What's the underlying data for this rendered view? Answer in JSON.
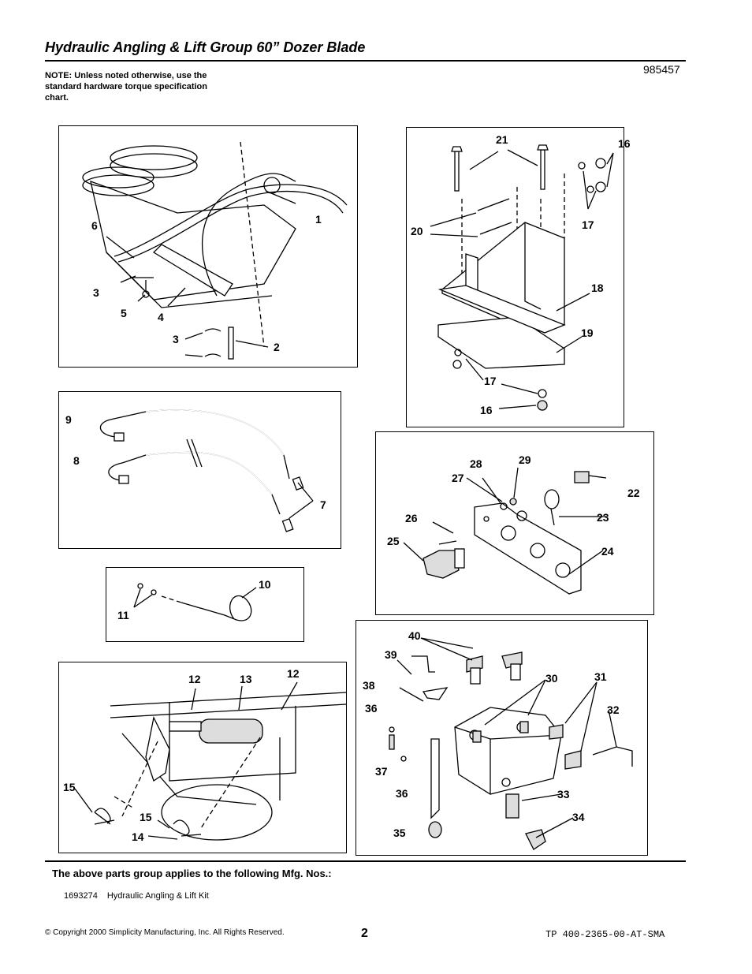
{
  "header": {
    "title": "Hydraulic Angling & Lift Group 60” Dozer Blade",
    "doc_number": "985457",
    "note": "NOTE: Unless noted otherwise, use the standard hardware torque specification chart."
  },
  "diagrams": {
    "lift_assembly": {
      "labels": [
        "1",
        "6",
        "3",
        "5",
        "4",
        "3",
        "2"
      ]
    },
    "bracket": {
      "labels": [
        "21",
        "16",
        "20",
        "17",
        "18",
        "19",
        "17",
        "16"
      ]
    },
    "hoses": {
      "labels": [
        "9",
        "8",
        "7"
      ]
    },
    "valve_plate": {
      "labels": [
        "28",
        "29",
        "27",
        "22",
        "26",
        "23",
        "25",
        "24"
      ]
    },
    "spring_pin": {
      "labels": [
        "10",
        "11"
      ]
    },
    "cylinder_mount": {
      "labels": [
        "12",
        "13",
        "12",
        "15",
        "15",
        "14"
      ]
    },
    "control_valve": {
      "labels": [
        "40",
        "39",
        "38",
        "30",
        "31",
        "36",
        "32",
        "37",
        "36",
        "33",
        "34",
        "35"
      ]
    }
  },
  "footer": {
    "applies_text": "The above parts group applies to the following Mfg. Nos.:",
    "kit_number": "1693274",
    "kit_name": "Hydraulic Angling & Lift Kit",
    "copyright": "© Copyright 2000 Simplicity Manufacturing, Inc. All Rights Reserved.",
    "page_number": "2",
    "tp_number": "TP 400-2365-00-AT-SMA"
  }
}
